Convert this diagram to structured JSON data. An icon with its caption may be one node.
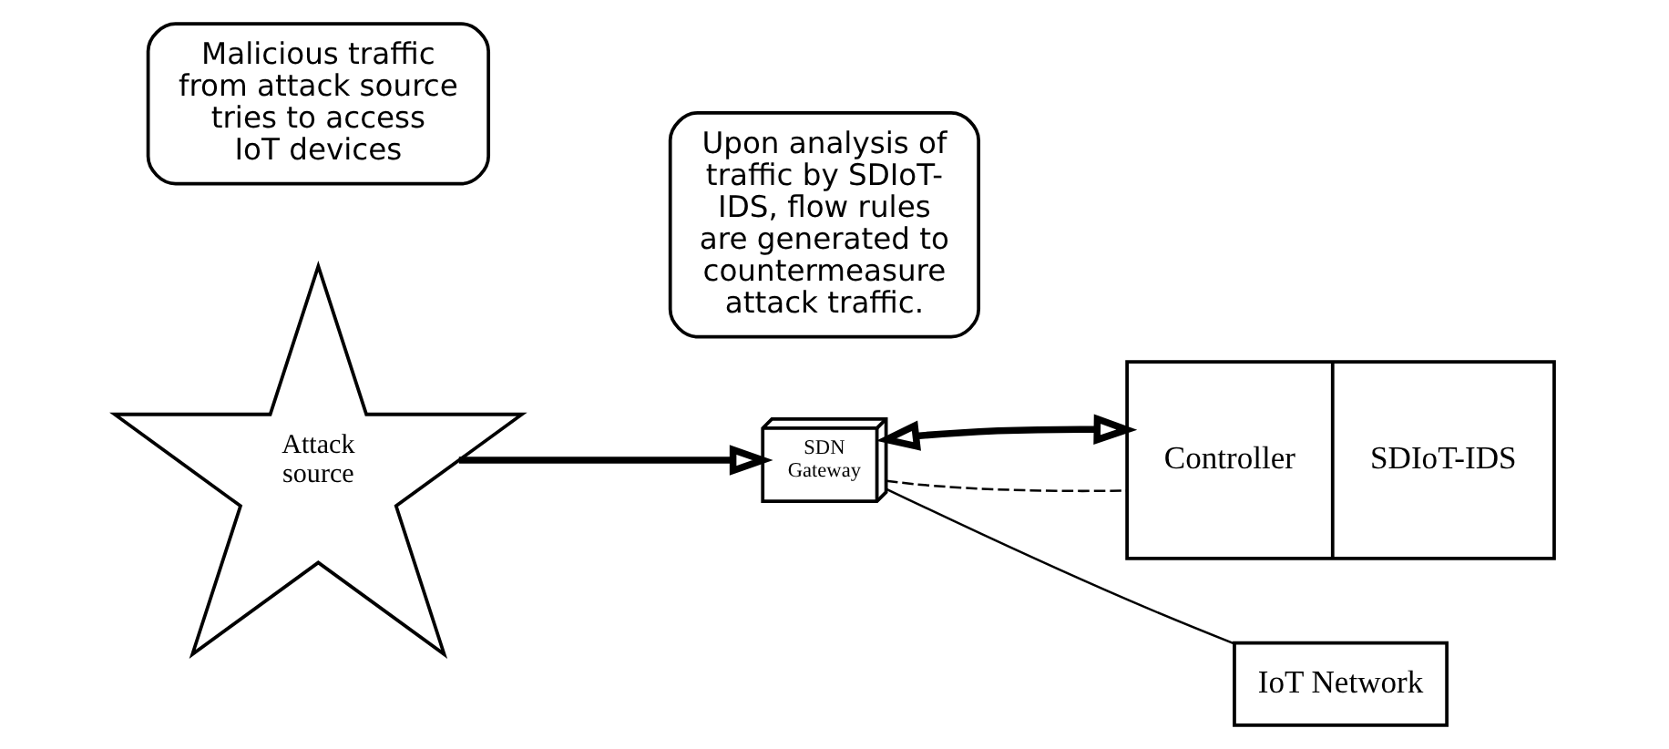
{
  "diagram": {
    "nodes": [
      {
        "text": [
          "Attack source"
        ]
      },
      {
        "text": [
          "Upon analysis of traffic by SDIoT-IDS, flow rules are generated to countermeasure attack traffic."
        ]
      },
      {
        "text": [
          "Controller",
          "SDIoT-IDS"
        ]
      },
      {
        "text": [
          "SDN Gateway"
        ]
      },
      {
        "text": [
          "Malicious traffic from attack source tries to access IoT devices"
        ]
      },
      {
        "text": [
          "IoT Network"
        ]
      }
    ],
    "edges": [
      {
        "from": 0,
        "to": 3,
        "arrow": "to",
        "style": "thick"
      },
      {
        "from": 2,
        "to": 3,
        "arrow": "both",
        "style": "thick"
      },
      {
        "from": 3,
        "to": 2,
        "arrow": "none",
        "style": "dashed"
      },
      {
        "from": 3,
        "to": 5,
        "arrow": "none"
      }
    ]
  }
}
